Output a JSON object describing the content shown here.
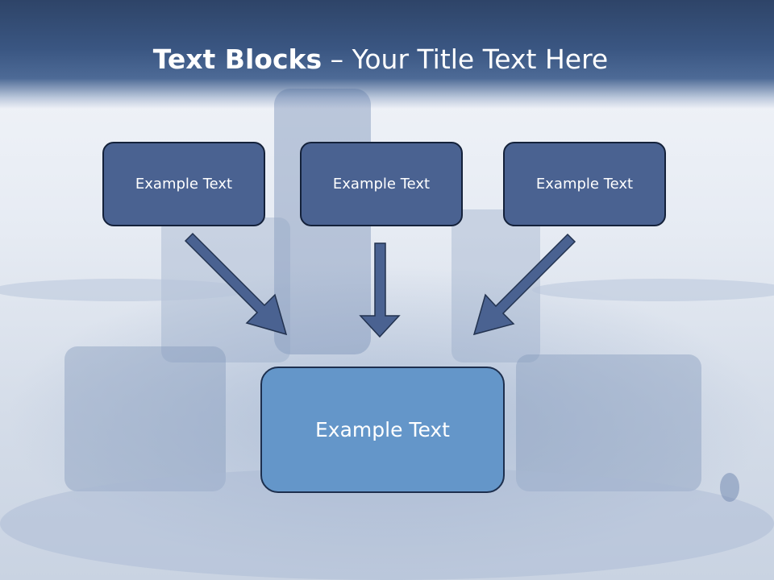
{
  "title": {
    "bold_part": "Text Blocks",
    "separator": " – ",
    "regular_part": "Your Title Text Here"
  },
  "blocks": {
    "top_left": "Example Text",
    "top_middle": "Example Text",
    "top_right": "Example Text",
    "bottom": "Example Text"
  },
  "colors": {
    "title_band": "#3a5682",
    "small_box_fill": "#4a6291",
    "bottom_box_fill": "#6496c9",
    "arrow_fill": "#4a6291",
    "box_border": "#14213a"
  },
  "background": {
    "image_name": "water-splash-ice-cubes"
  }
}
